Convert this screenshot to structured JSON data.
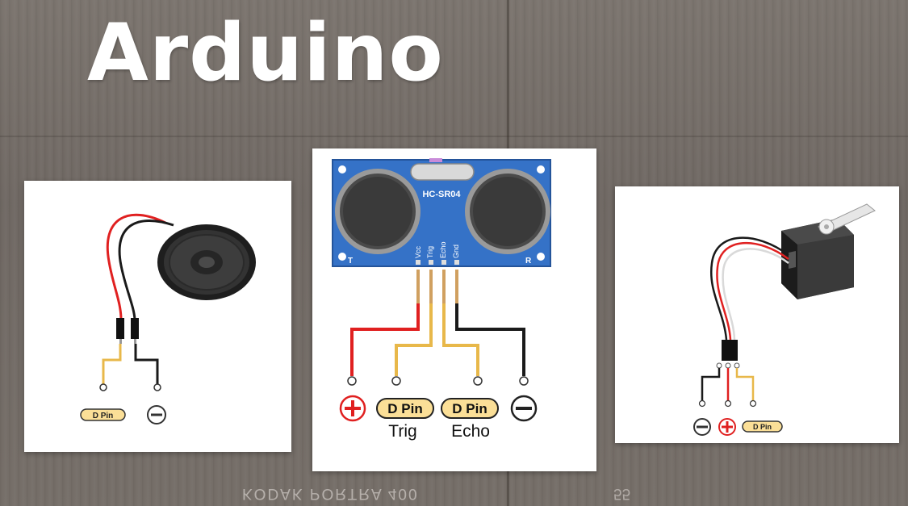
{
  "title": "Arduino",
  "film_edge": {
    "text": "KODAK PORTRA 400",
    "suffix": "55"
  },
  "speaker_card": {
    "pin_label": "D Pin",
    "ground_symbol": "minus-circle-icon"
  },
  "sensor_card": {
    "module_name": "HC-SR04",
    "transmitter_label": "T",
    "receiver_label": "R",
    "pins": [
      "Vcc",
      "Trig",
      "Echo",
      "Gnd"
    ],
    "trig_pin_label": "D Pin",
    "trig_caption": "Trig",
    "echo_pin_label": "D Pin",
    "echo_caption": "Echo",
    "power_symbol": "plus-circle-icon",
    "ground_symbol": "minus-circle-icon"
  },
  "servo_card": {
    "pin_label": "D Pin",
    "ground_symbol": "minus-circle-icon",
    "power_symbol": "plus-circle-icon"
  },
  "colors": {
    "wire_red": "#e02020",
    "wire_black": "#1a1a1a",
    "wire_yellow": "#e8b84a",
    "pin_label_fill": "#fbdf97",
    "plus_red": "#e02020",
    "board_blue": "#3572c7"
  }
}
